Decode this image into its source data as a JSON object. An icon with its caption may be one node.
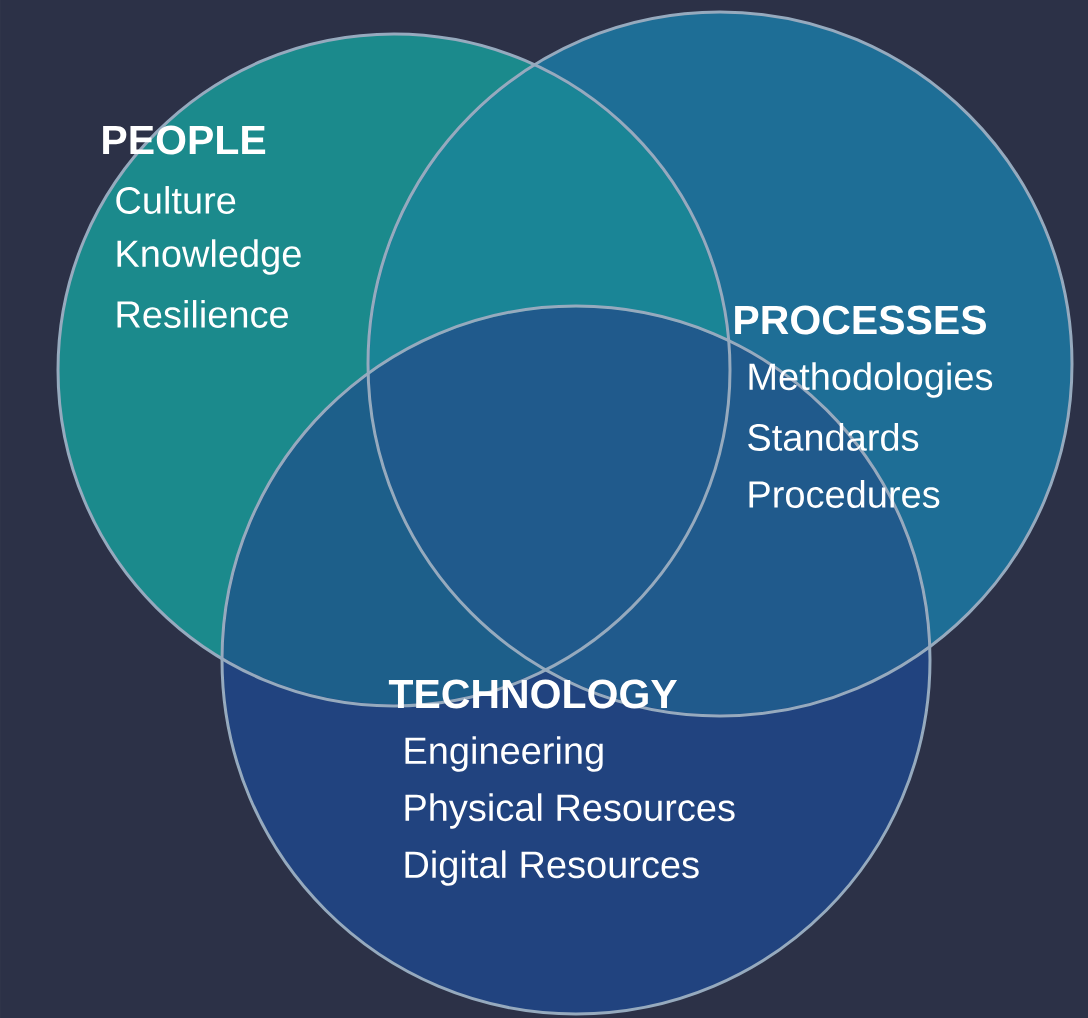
{
  "diagram": {
    "nodes": [
      {
        "text": [
          "PEOPLE",
          "Culture",
          "Knowledge",
          "Resilience"
        ]
      },
      {
        "text": [
          "PROCESSES",
          "Methodologies",
          "Standards",
          "Procedures"
        ]
      },
      {
        "text": [
          "TECHNOLOGY",
          "Engineering",
          "Physical Resources",
          "Digital Resources"
        ]
      }
    ]
  }
}
